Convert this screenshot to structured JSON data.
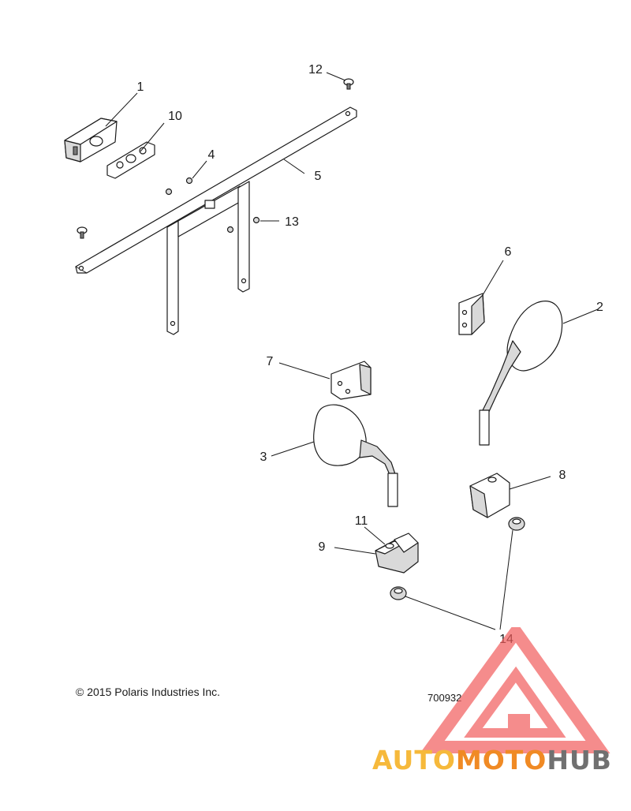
{
  "callouts": [
    {
      "id": "1",
      "text": "1"
    },
    {
      "id": "2",
      "text": "2"
    },
    {
      "id": "3",
      "text": "3"
    },
    {
      "id": "4",
      "text": "4"
    },
    {
      "id": "5",
      "text": "5"
    },
    {
      "id": "6",
      "text": "6"
    },
    {
      "id": "7",
      "text": "7"
    },
    {
      "id": "8",
      "text": "8"
    },
    {
      "id": "9",
      "text": "9"
    },
    {
      "id": "10",
      "text": "10"
    },
    {
      "id": "11",
      "text": "11"
    },
    {
      "id": "12",
      "text": "12"
    },
    {
      "id": "13",
      "text": "13"
    },
    {
      "id": "14",
      "text": "14"
    }
  ],
  "footer": {
    "copyright": "© 2015 Polaris Industries Inc.",
    "drawing_number": "700932"
  },
  "watermark": {
    "part1": "AUTO",
    "part2": "MOTO",
    "part3": "HUB",
    "colors": {
      "auto": "#f6b93b",
      "moto": "#f08a24",
      "hub": "#707070",
      "triangle": "#f25c5c"
    }
  }
}
